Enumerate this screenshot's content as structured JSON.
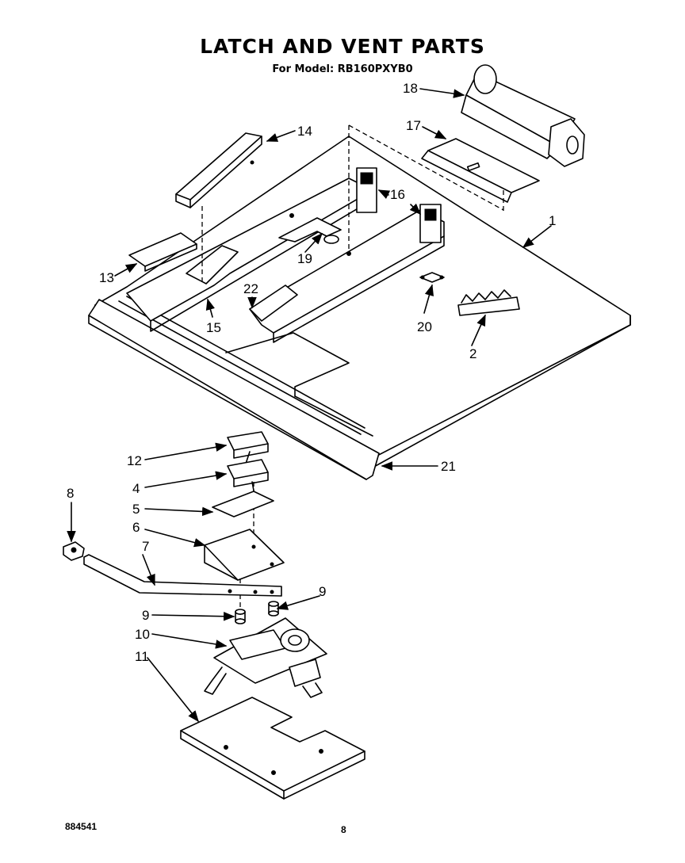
{
  "header": {
    "title": "LATCH AND VENT PARTS",
    "subtitle": "For Model: RB160PXYB0"
  },
  "footer": {
    "code": "884541",
    "page": "8"
  },
  "callouts": [
    {
      "id": "c1",
      "label": "1"
    },
    {
      "id": "c2",
      "label": "2"
    },
    {
      "id": "c4",
      "label": "4"
    },
    {
      "id": "c5",
      "label": "5"
    },
    {
      "id": "c6",
      "label": "6"
    },
    {
      "id": "c7",
      "label": "7"
    },
    {
      "id": "c8",
      "label": "8"
    },
    {
      "id": "c9a",
      "label": "9"
    },
    {
      "id": "c9b",
      "label": "9"
    },
    {
      "id": "c10",
      "label": "10"
    },
    {
      "id": "c11",
      "label": "11"
    },
    {
      "id": "c12",
      "label": "12"
    },
    {
      "id": "c13",
      "label": "13"
    },
    {
      "id": "c14",
      "label": "14"
    },
    {
      "id": "c15",
      "label": "15"
    },
    {
      "id": "c16",
      "label": "16"
    },
    {
      "id": "c17",
      "label": "17"
    },
    {
      "id": "c18",
      "label": "18"
    },
    {
      "id": "c19",
      "label": "19"
    },
    {
      "id": "c20",
      "label": "20"
    },
    {
      "id": "c21",
      "label": "21"
    },
    {
      "id": "c22",
      "label": "22"
    }
  ]
}
